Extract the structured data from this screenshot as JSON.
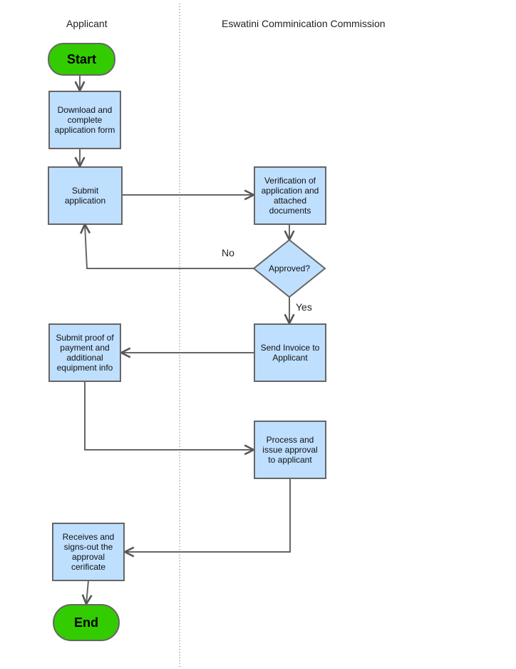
{
  "lanes": {
    "applicant": "Applicant",
    "commission": "Eswatini Comminication Commission"
  },
  "nodes": {
    "start": "Start",
    "download": "Download and complete application form",
    "submit": "Submit application",
    "verify": "Verification of application and attached documents",
    "approved": "Approved?",
    "invoice": "Send Invoice to Applicant",
    "proof": "Submit proof of payment and additional equipment info",
    "process": "Process and issue approval to applicant",
    "receive": "Receives and signs-out the approval cerificate",
    "end": "End"
  },
  "edges": {
    "no": "No",
    "yes": "Yes"
  },
  "colors": {
    "process_fill": "#bfdfff",
    "terminal_fill": "#33cc00",
    "stroke": "#666666"
  }
}
